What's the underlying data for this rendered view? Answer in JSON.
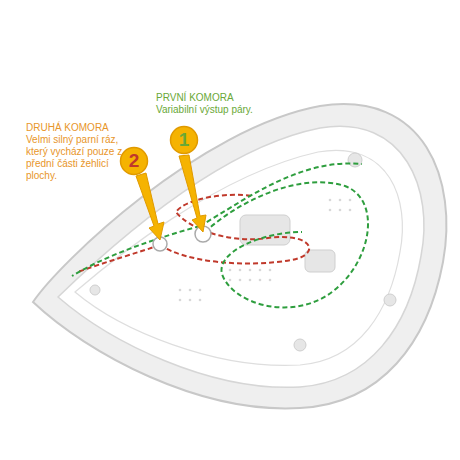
{
  "diagram": {
    "nodes": [
      {
        "text": [
          "1"
        ]
      },
      {
        "text": [
          "2"
        ]
      }
    ],
    "labels": [
      "PRVNÍ KOMORA",
      "Variabilní výstup páry.",
      "DRUHÁ KOMORA",
      "Velmi silný parní ráz, který vychází pouze z přední části žehlicí plochy."
    ]
  }
}
